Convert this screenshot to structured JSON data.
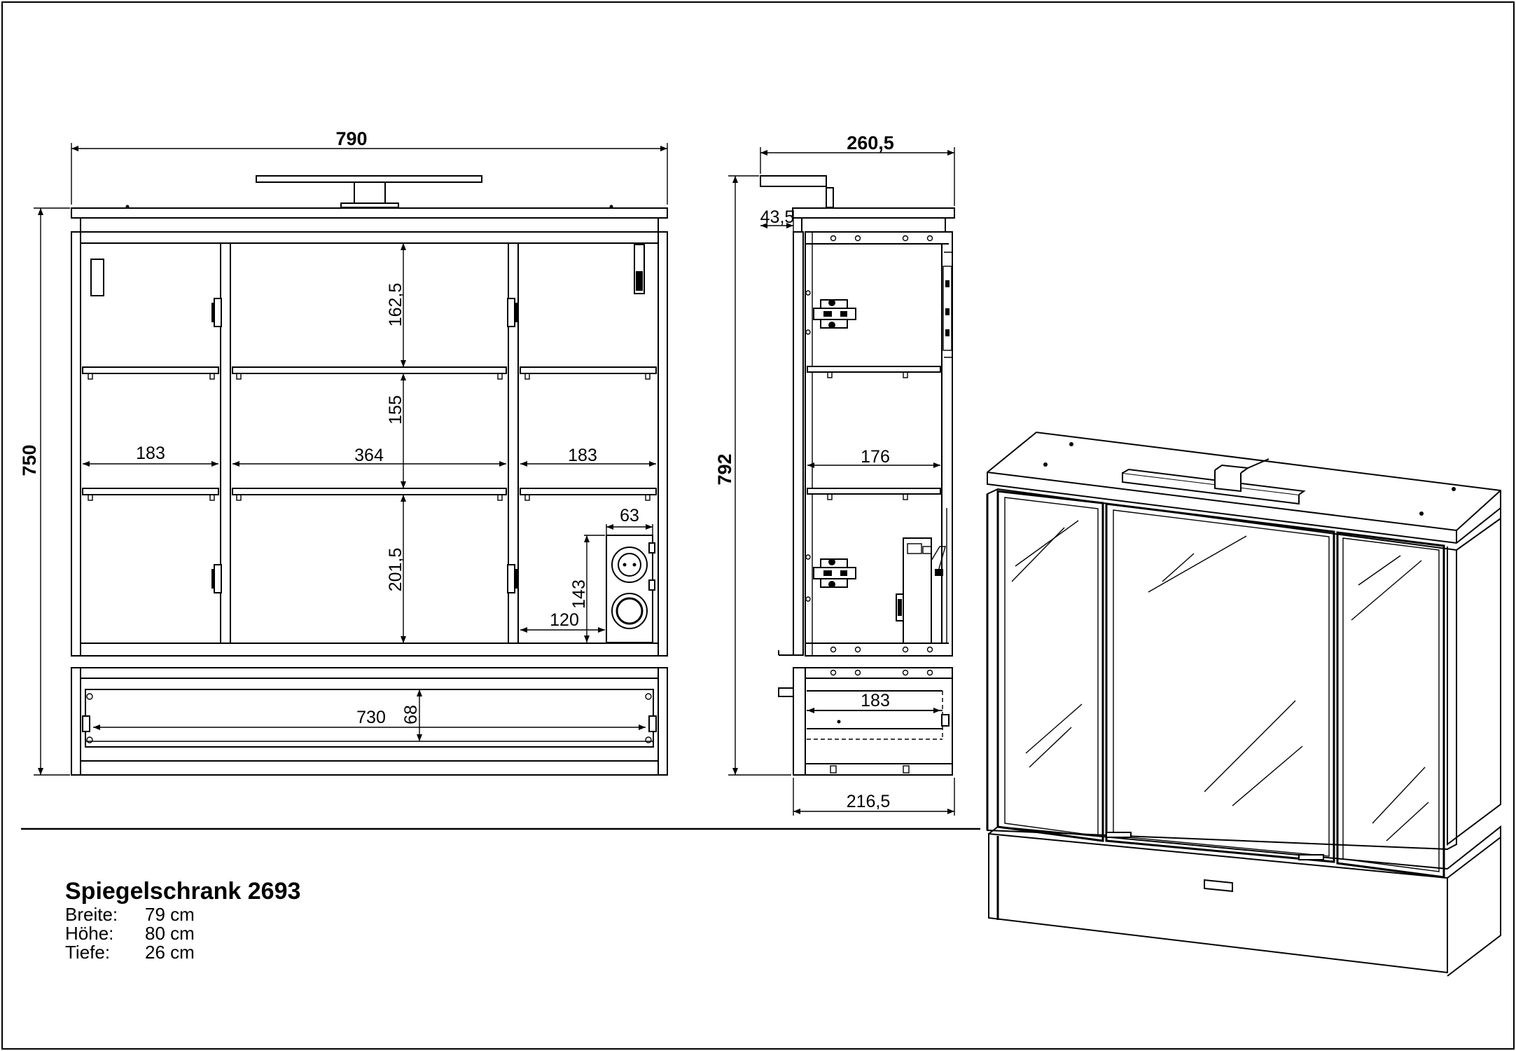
{
  "front_view": {
    "dims": {
      "width": "790",
      "height": "750",
      "upper_height": "162,5",
      "middle_height": "155",
      "lower_height": "201,5",
      "left_width": "183",
      "center_width": "364",
      "right_width": "183",
      "socket_width": "63",
      "socket_height": "143",
      "socket_offset": "120",
      "drawer_width": "730",
      "drawer_height": "68"
    }
  },
  "side_view": {
    "dims": {
      "depth": "260,5",
      "height": "792",
      "lamp_offset": "43,5",
      "inner_depth": "176",
      "drawer_depth": "183",
      "base_depth": "216,5"
    }
  },
  "info": {
    "title": "Spiegelschrank 2693",
    "specs": [
      {
        "label": "Breite:",
        "value": "79 cm"
      },
      {
        "label": "Höhe:",
        "value": "80 cm"
      },
      {
        "label": "Tiefe:",
        "value": "26 cm"
      }
    ]
  }
}
